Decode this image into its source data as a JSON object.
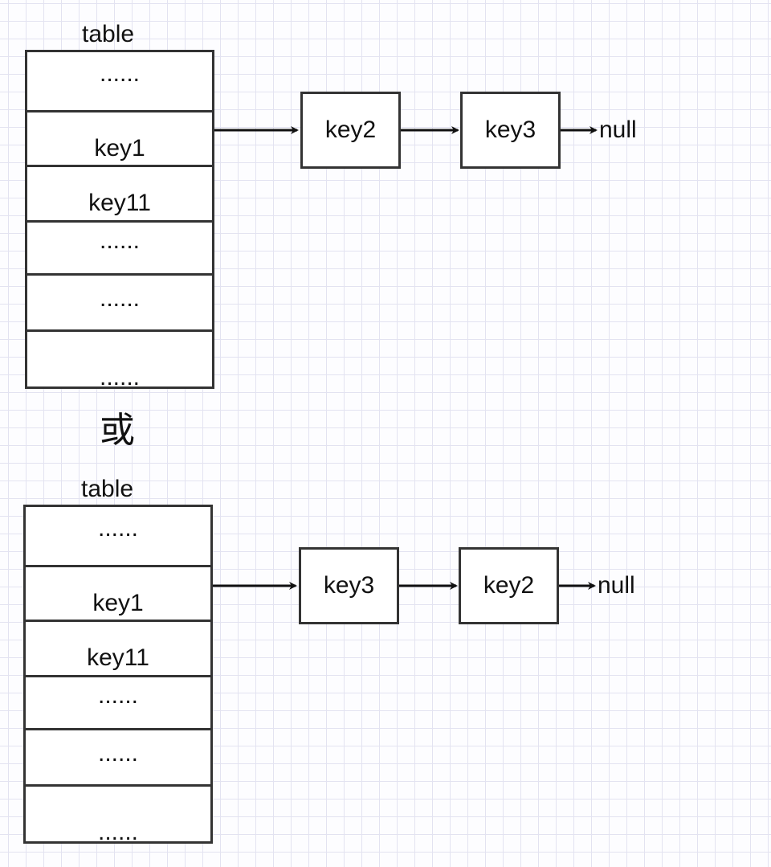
{
  "separator": "或",
  "diagrams": [
    {
      "table_label": "table",
      "cells": [
        "......",
        "key1",
        "key11",
        "......",
        "......",
        "......"
      ],
      "chain": [
        "key2",
        "key3"
      ],
      "terminator": "null"
    },
    {
      "table_label": "table",
      "cells": [
        "......",
        "key1",
        "key11",
        "......",
        "......",
        "......"
      ],
      "chain": [
        "key3",
        "key2"
      ],
      "terminator": "null"
    }
  ]
}
